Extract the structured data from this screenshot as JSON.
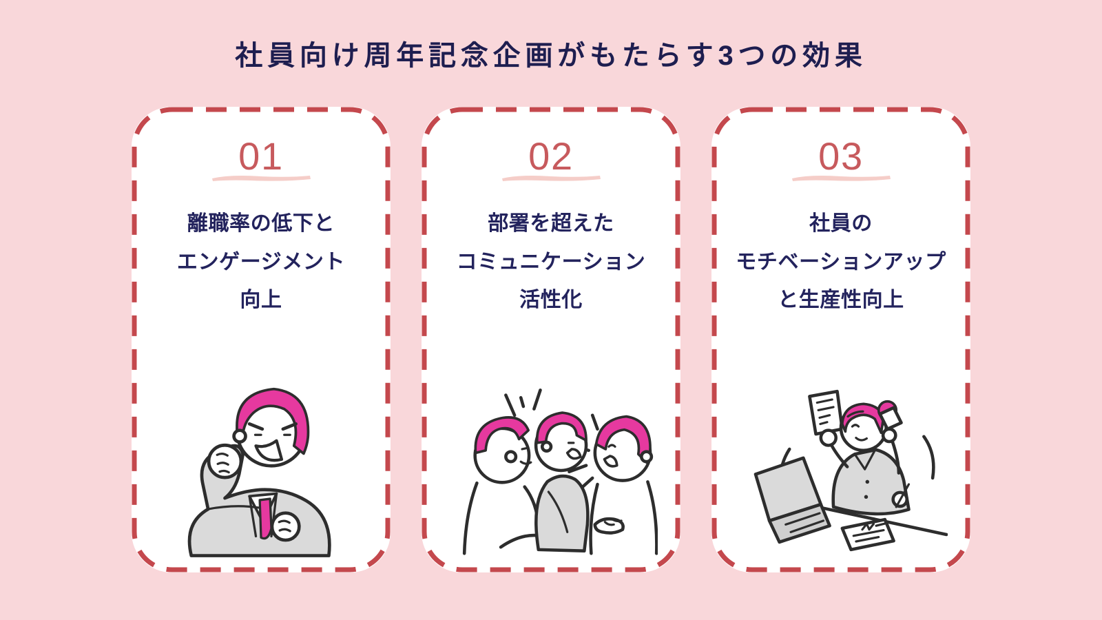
{
  "page": {
    "title": "社員向け周年記念企画がもたらす3つの効果",
    "background_color": "#f9d7da",
    "title_color": "#1e1e50"
  },
  "colors": {
    "card_border_red": "#c4484d",
    "number_red": "#c75a5d",
    "brush_underline_pink": "#f5cdc8",
    "body_text_navy": "#23235d",
    "hair_pink": "#e6399f",
    "clothing_gray": "#dadada",
    "line_dark": "#2d2d2d",
    "card_background": "#ffffff"
  },
  "cards": [
    {
      "number": "01",
      "lines": [
        "離職率の低下と",
        "エンゲージメント",
        "向上"
      ],
      "illustration": "businessman-fist-illustration"
    },
    {
      "number": "02",
      "lines": [
        "部署を超えた",
        "コミュニケーション",
        "活性化"
      ],
      "illustration": "three-people-talking-illustration"
    },
    {
      "number": "03",
      "lines": [
        "社員の",
        "モチベーションアップ",
        "と生産性向上"
      ],
      "illustration": "busy-woman-multitasking-illustration"
    }
  ]
}
